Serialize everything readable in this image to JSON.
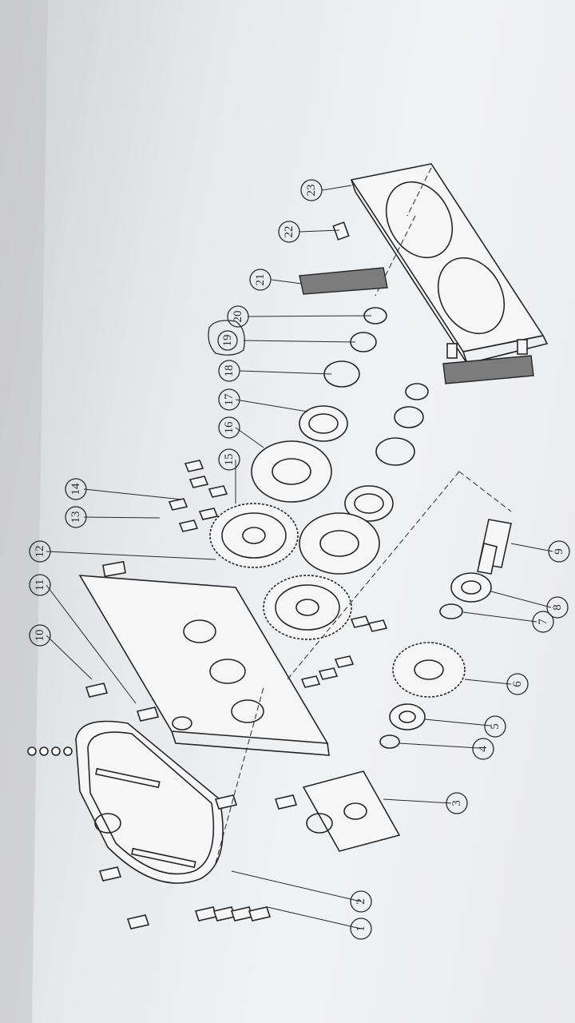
{
  "diagram": {
    "callouts": [
      {
        "label": "1"
      },
      {
        "label": "2"
      },
      {
        "label": "3"
      },
      {
        "label": "4"
      },
      {
        "label": "5"
      },
      {
        "label": "6"
      },
      {
        "label": "7"
      },
      {
        "label": "8"
      },
      {
        "label": "9"
      },
      {
        "label": "10"
      },
      {
        "label": "11"
      },
      {
        "label": "12"
      },
      {
        "label": "13"
      },
      {
        "label": "14"
      },
      {
        "label": "15"
      },
      {
        "label": "16"
      },
      {
        "label": "17"
      },
      {
        "label": "18"
      },
      {
        "label": "19"
      },
      {
        "label": "20"
      },
      {
        "label": "21"
      },
      {
        "label": "22"
      },
      {
        "label": "23"
      }
    ]
  },
  "colors": {
    "paper": "#f1f2f3",
    "ink": "#2a2a2a"
  }
}
